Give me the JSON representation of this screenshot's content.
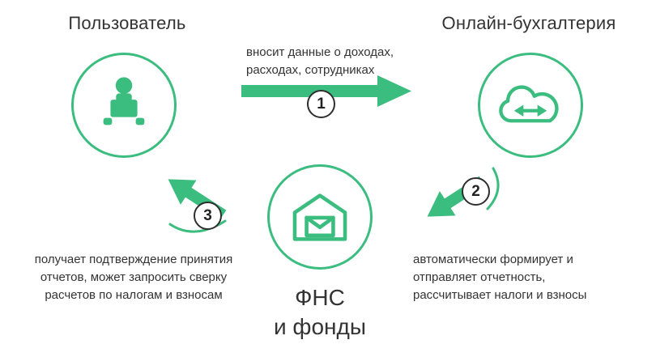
{
  "colors": {
    "accent": "#3bbd7f",
    "text": "#333333",
    "badge_border": "#2e2e2e",
    "background": "#ffffff"
  },
  "nodes": {
    "user": {
      "title": "Пользователь",
      "icon": "person-with-laptop"
    },
    "accounting": {
      "title": "Онлайн-бухгалтерия",
      "icon": "cloud-with-sync-arrows"
    },
    "fns": {
      "title_line1": "ФНС",
      "title_line2": "и фонды",
      "icon": "house-with-envelope"
    }
  },
  "steps": [
    {
      "number": "1",
      "from": "user",
      "to": "accounting",
      "label": "вносит данные о доходах,\nрасходах, сотрудниках"
    },
    {
      "number": "2",
      "from": "accounting",
      "to": "fns",
      "label": "автоматически формирует и\nотправляет отчетность,\nрассчитывает налоги и взносы"
    },
    {
      "number": "3",
      "from": "fns",
      "to": "user",
      "label": "получает подтверждение принятия\nотчетов, может запросить сверку\nрасчетов по налогам и взносам"
    }
  ]
}
